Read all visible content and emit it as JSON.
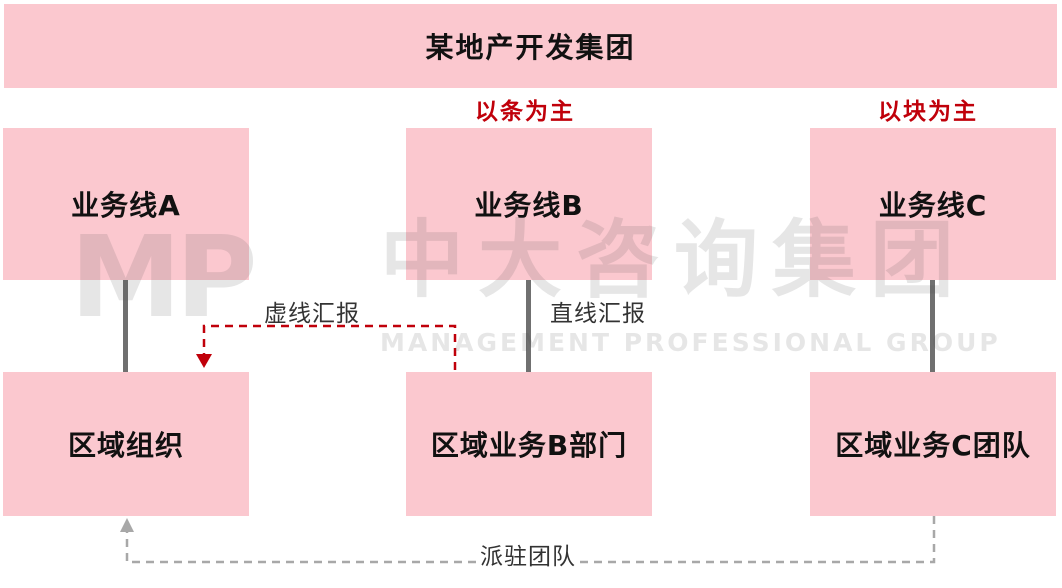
{
  "top": {
    "title": "某地产开发集团"
  },
  "tags": {
    "b": "以条为主",
    "c": "以块为主"
  },
  "business_lines": [
    {
      "label": "业务线A"
    },
    {
      "label": "业务线B"
    },
    {
      "label": "业务线C"
    }
  ],
  "regions": [
    {
      "label": "区域组织"
    },
    {
      "label": "区域业务B部门"
    },
    {
      "label": "区域业务C团队"
    }
  ],
  "labels": {
    "dotted_report": "虚线汇报",
    "solid_report": "直线汇报",
    "dispatch": "派驻团队"
  },
  "watermark": {
    "logo": "MP",
    "cn": "中大咨询集团",
    "en": "MANAGEMENT PROFESSIONAL GROUP"
  },
  "colors": {
    "box_fill": "#fbc8cf",
    "accent_red": "#c0000a",
    "line_gray": "#707070",
    "dashed_gray": "#a8a8a8"
  }
}
